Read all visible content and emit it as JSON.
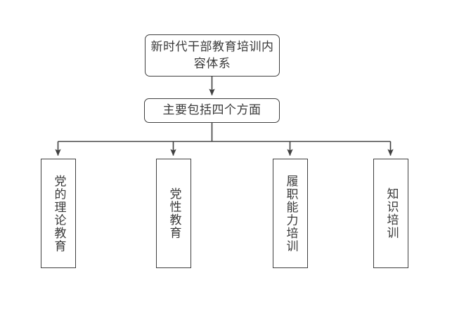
{
  "diagram": {
    "type": "flowchart",
    "orientation": "top-down",
    "root": {
      "id": "root",
      "label": "新时代干部教育培训内容体系",
      "shape": "rounded-rectangle",
      "text_direction": "horizontal"
    },
    "overview": {
      "id": "overview",
      "label": "主要包括四个方面",
      "shape": "rounded-rectangle",
      "text_direction": "horizontal"
    },
    "leaves": [
      {
        "id": "leaf-1",
        "label": "党的理论教育",
        "shape": "rectangle",
        "text_direction": "vertical"
      },
      {
        "id": "leaf-2",
        "label": "党性教育",
        "shape": "rectangle",
        "text_direction": "vertical"
      },
      {
        "id": "leaf-3",
        "label": "履职能力培训",
        "shape": "rectangle",
        "text_direction": "vertical"
      },
      {
        "id": "leaf-4",
        "label": "知识培训",
        "shape": "rectangle",
        "text_direction": "vertical"
      }
    ],
    "connectors": [
      {
        "id": "root-to-overview",
        "from": "root",
        "to": "overview",
        "arrow": true
      },
      {
        "id": "overview-to-bus",
        "from": "overview",
        "to": "branch-bus",
        "arrow": false
      },
      {
        "id": "bus-to-leaf-1",
        "from": "branch-bus",
        "to": "leaf-1",
        "arrow": true
      },
      {
        "id": "bus-to-leaf-2",
        "from": "branch-bus",
        "to": "leaf-2",
        "arrow": true
      },
      {
        "id": "bus-to-leaf-3",
        "from": "branch-bus",
        "to": "leaf-3",
        "arrow": true
      },
      {
        "id": "bus-to-leaf-4",
        "from": "branch-bus",
        "to": "leaf-4",
        "arrow": true
      }
    ],
    "colors": {
      "background": "#ffffff",
      "border": "#3f3f3f",
      "text": "#3a3a3a",
      "connector": "#3f3f3f"
    }
  }
}
